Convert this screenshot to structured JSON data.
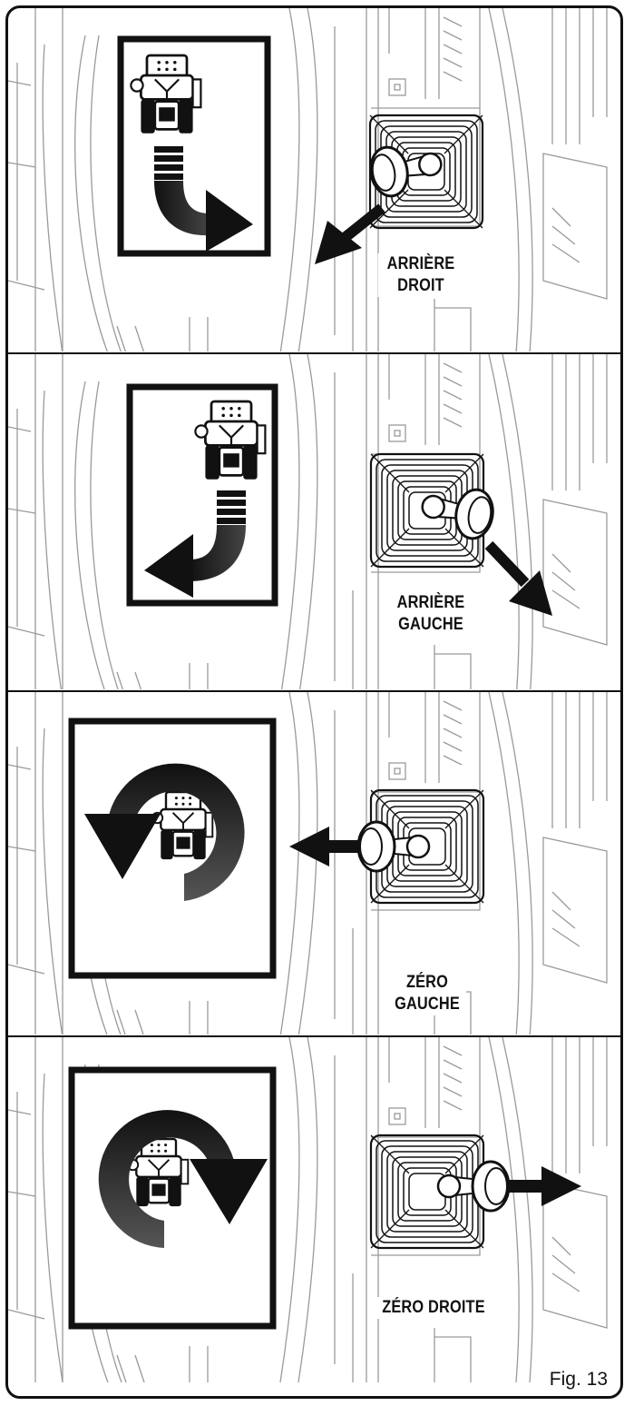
{
  "panels": [
    {
      "id": "reverse-right",
      "label_line1": "ARRIÈRE",
      "label_line2": "DROIT"
    },
    {
      "id": "reverse-left",
      "label_line1": "ARRIÈRE",
      "label_line2": "GAUCHE"
    },
    {
      "id": "zero-left",
      "label_line1": "ZÉRO",
      "label_line2": "GAUCHE"
    },
    {
      "id": "zero-right",
      "label_line1": "ZÉRO DROITE",
      "label_line2": ""
    }
  ],
  "figure_label": "Fig. 13"
}
